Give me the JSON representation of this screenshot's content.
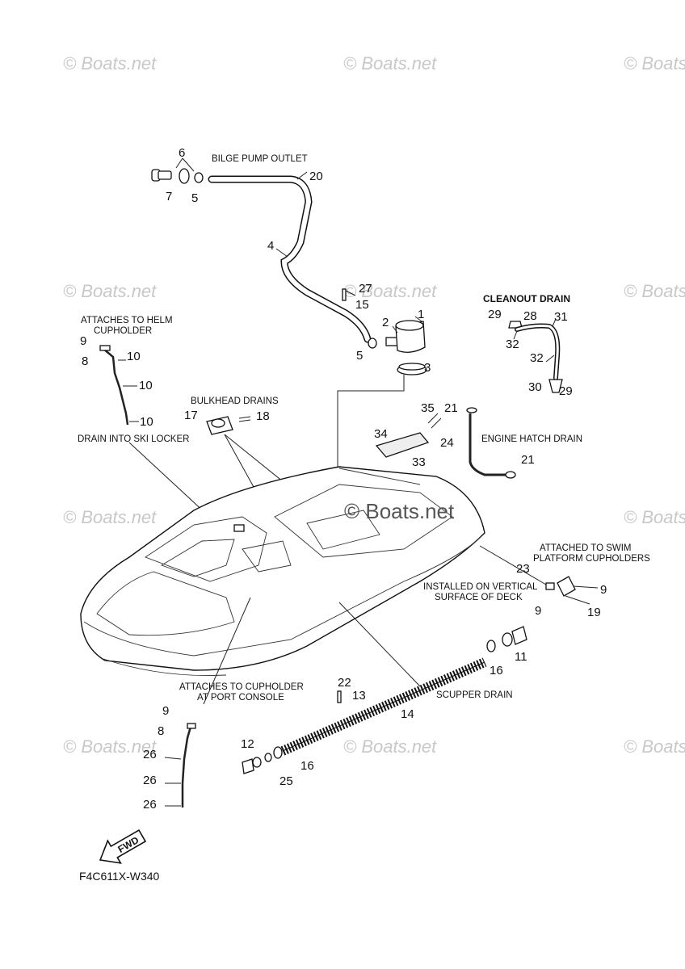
{
  "watermark": {
    "text": "© Boats.net",
    "center_text": "© Boats.net"
  },
  "diagram": {
    "code": "F4C611X-W340",
    "fwd": "FWD",
    "labels": {
      "bilge_pump_outlet": "BILGE PUMP OUTLET",
      "cleanout_drain": "CLEANOUT DRAIN",
      "attaches_helm_1": "ATTACHES TO HELM",
      "attaches_helm_2": "CUPHOLDER",
      "bulkhead_drains": "BULKHEAD DRAINS",
      "drain_ski_locker": "DRAIN INTO SKI LOCKER",
      "engine_hatch_drain": "ENGINE HATCH DRAIN",
      "swim_1": "ATTACHED TO SWIM",
      "swim_2": "PLATFORM CUPHOLDERS",
      "vertical_1": "INSTALLED ON VERTICAL",
      "vertical_2": "SURFACE OF DECK",
      "port_console_1": "ATTACHES TO CUPHOLDER",
      "port_console_2": "AT PORT CONSOLE",
      "scupper_drain": "SCUPPER DRAIN"
    },
    "callouts": {
      "c6": "6",
      "c7": "7",
      "c5a": "5",
      "c20": "20",
      "c4": "4",
      "c27": "27",
      "c15": "15",
      "c2": "2",
      "c1": "1",
      "c5b": "5",
      "c3": "3",
      "c29a": "29",
      "c28": "28",
      "c31": "31",
      "c32a": "32",
      "c32b": "32",
      "c30": "30",
      "c29b": "29",
      "c9a": "9",
      "c8a": "8",
      "c10a": "10",
      "c10b": "10",
      "c10c": "10",
      "c17": "17",
      "c18": "18",
      "c35": "35",
      "c21a": "21",
      "c34": "34",
      "c24": "24",
      "c33": "33",
      "c21b": "21",
      "c23": "23",
      "c9b": "9",
      "c9c": "9",
      "c19": "19",
      "c11": "11",
      "c16a": "16",
      "c22": "22",
      "c13": "13",
      "c14": "14",
      "c9d": "9",
      "c8b": "8",
      "c26a": "26",
      "c26b": "26",
      "c26c": "26",
      "c12": "12",
      "c16b": "16",
      "c25": "25"
    }
  }
}
